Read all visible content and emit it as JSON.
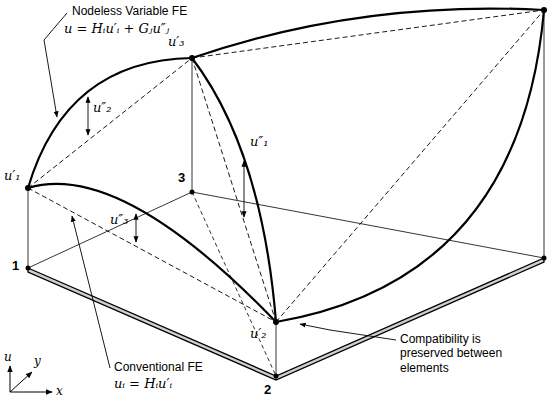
{
  "diagram": {
    "labels": [
      "Nodeless Variable FE",
      "u = Hᵢu′ᵢ + Gⱼu″ⱼ",
      "u′₃",
      "u″₂",
      "u′₁",
      "u″₃",
      "u″₁",
      "u′₂",
      "3",
      "1",
      "2",
      "Compatibility is preserved between elements",
      "Conventional FE",
      "uᵢ = Hᵢu′ᵢ",
      "u",
      "y",
      "x"
    ]
  }
}
